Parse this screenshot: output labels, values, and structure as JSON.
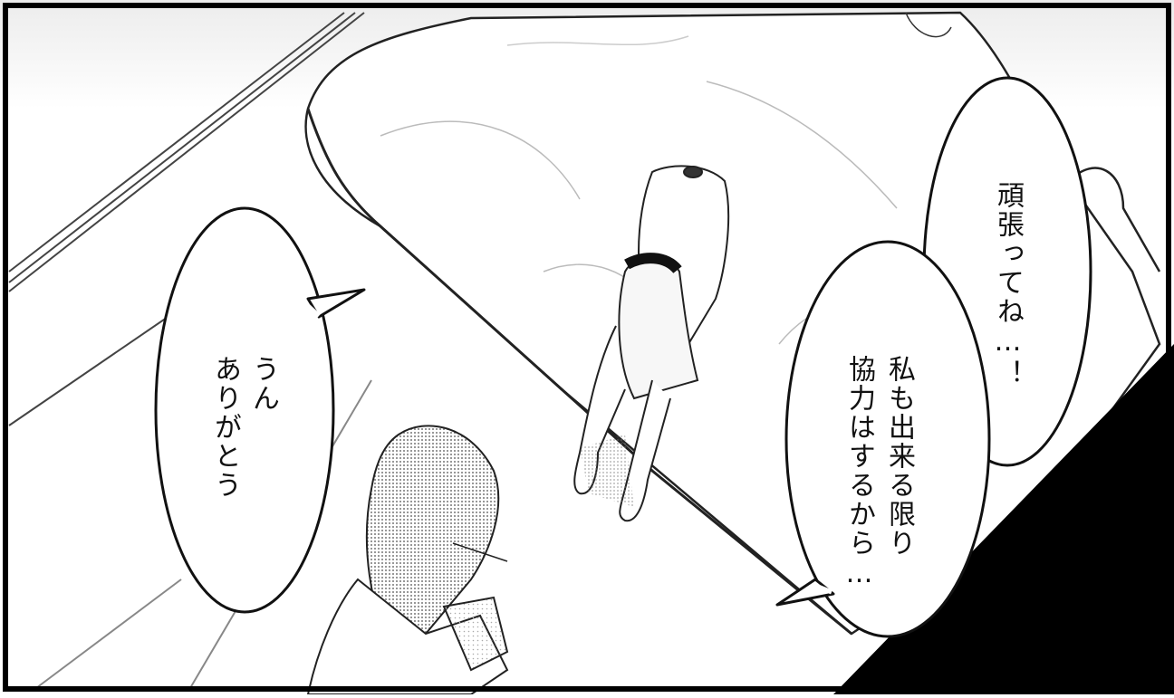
{
  "panel": {
    "speech_left": {
      "line1": "うん",
      "line2": "ありがとう"
    },
    "speech_right_top": {
      "line1": "頑張ってね…！"
    },
    "speech_right_bottom": {
      "line1": "私も出来る限り",
      "line2": "協力はするから…"
    }
  },
  "colors": {
    "ink": "#111111",
    "paper": "#ffffff",
    "screentone": "#8a8a8a"
  }
}
